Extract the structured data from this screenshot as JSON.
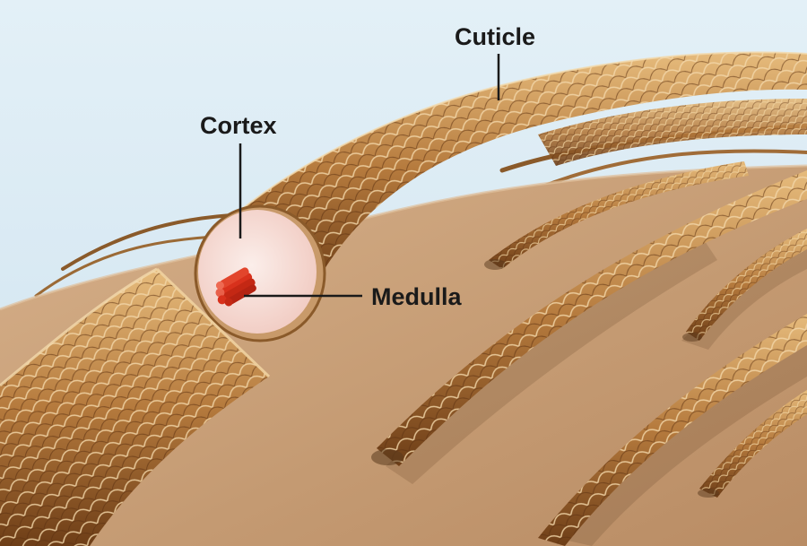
{
  "labels": {
    "cuticle": "Cuticle",
    "cortex": "Cortex",
    "medulla": "Medulla"
  },
  "colors": {
    "sky": "#dcecf5",
    "skin": "#c9a27a",
    "hair_light": "#d9a866",
    "hair_dark": "#6e3e17",
    "scale_edge": "#f2d6a8",
    "cortex": "#f6dcd6",
    "medulla": "#d8311c",
    "leader_line": "#1a1a1a"
  }
}
